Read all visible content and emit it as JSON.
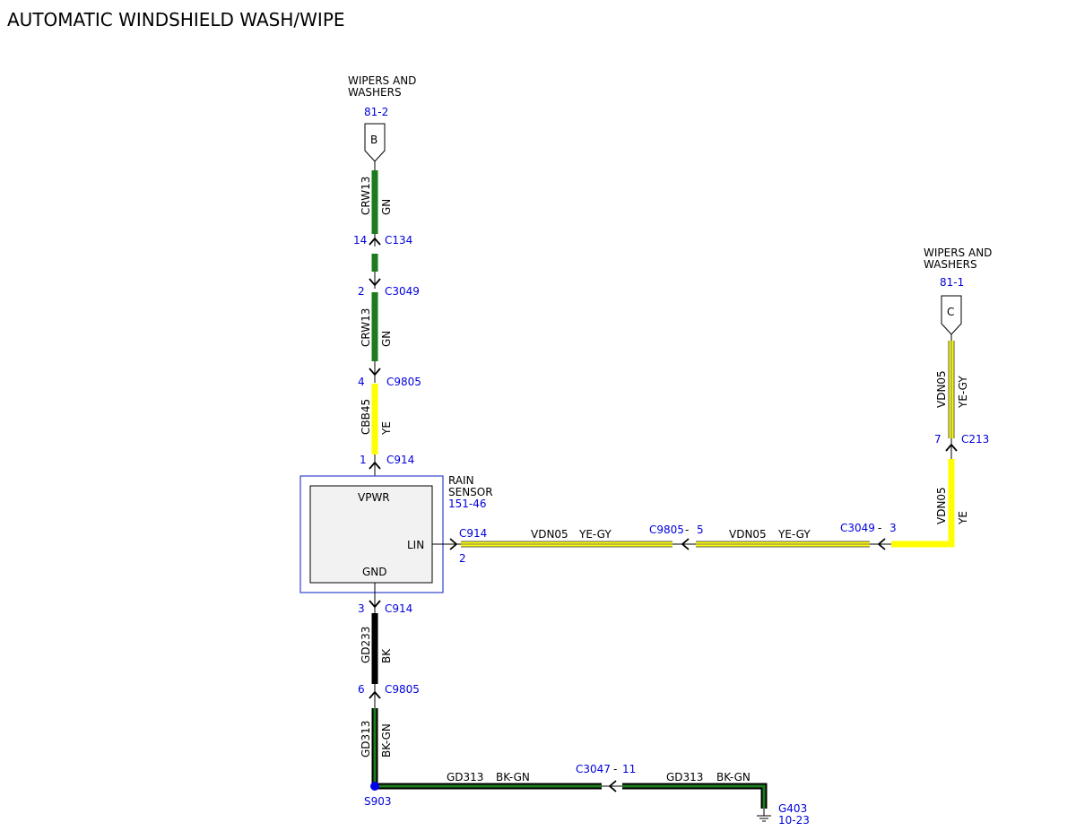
{
  "title": "AUTOMATIC WINDSHIELD WASH/WIPE",
  "colors": {
    "green": "#1e7a1e",
    "yellow": "#ffff00",
    "black": "#000000",
    "ref_blue": "#0000dd",
    "box_blue": "#3344cc",
    "component_fill": "#f2f2f2"
  },
  "refs": {
    "wipers_b": {
      "label_line1": "WIPERS AND",
      "label_line2": "WASHERS",
      "page": "81-2",
      "letter": "B"
    },
    "wipers_c": {
      "label_line1": "WIPERS AND",
      "label_line2": "WASHERS",
      "page": "81-1",
      "letter": "C"
    }
  },
  "wires": {
    "crw13_upper": {
      "circuit": "CRW13",
      "color": "GN"
    },
    "crw13_lower": {
      "circuit": "CRW13",
      "color": "GN"
    },
    "cbb45": {
      "circuit": "CBB45",
      "color": "YE"
    },
    "vdn05_h1": {
      "circuit": "VDN05",
      "color": "YE-GY"
    },
    "vdn05_h2": {
      "circuit": "VDN05",
      "color": "YE-GY"
    },
    "vdn05_v_upper": {
      "circuit": "VDN05",
      "color": "YE-GY"
    },
    "vdn05_v_lower": {
      "circuit": "VDN05",
      "color": "YE"
    },
    "gd233": {
      "circuit": "GD233",
      "color": "BK"
    },
    "gd313_v": {
      "circuit": "GD313",
      "color": "BK-GN"
    },
    "gd313_h1": {
      "circuit": "GD313",
      "color": "BK-GN"
    },
    "gd313_h2": {
      "circuit": "GD313",
      "color": "BK-GN"
    }
  },
  "connectors": {
    "c134": {
      "pin": "14",
      "name": "C134"
    },
    "c3049_v": {
      "pin": "2",
      "name": "C3049"
    },
    "c9805_v": {
      "pin": "4",
      "name": "C9805"
    },
    "c914_top": {
      "pin": "1",
      "name": "C914"
    },
    "c914_lin": {
      "pin": "2",
      "name": "C914"
    },
    "c9805_h": {
      "name": "C9805",
      "sep": "-",
      "pin": "5"
    },
    "c3049_h": {
      "name": "C3049",
      "sep": "-",
      "pin": "3"
    },
    "c213": {
      "pin": "7",
      "name": "C213"
    },
    "c914_gnd": {
      "pin": "3",
      "name": "C914"
    },
    "c9805_gnd": {
      "pin": "6",
      "name": "C9805"
    },
    "c3047": {
      "name": "C3047",
      "sep": "-",
      "pin": "11"
    }
  },
  "component": {
    "name_line1": "RAIN",
    "name_line2": "SENSOR",
    "page": "151-46",
    "pin_vpwr": "VPWR",
    "pin_lin": "LIN",
    "pin_gnd": "GND"
  },
  "splice": {
    "name": "S903"
  },
  "ground": {
    "name": "G403",
    "page": "10-23"
  }
}
